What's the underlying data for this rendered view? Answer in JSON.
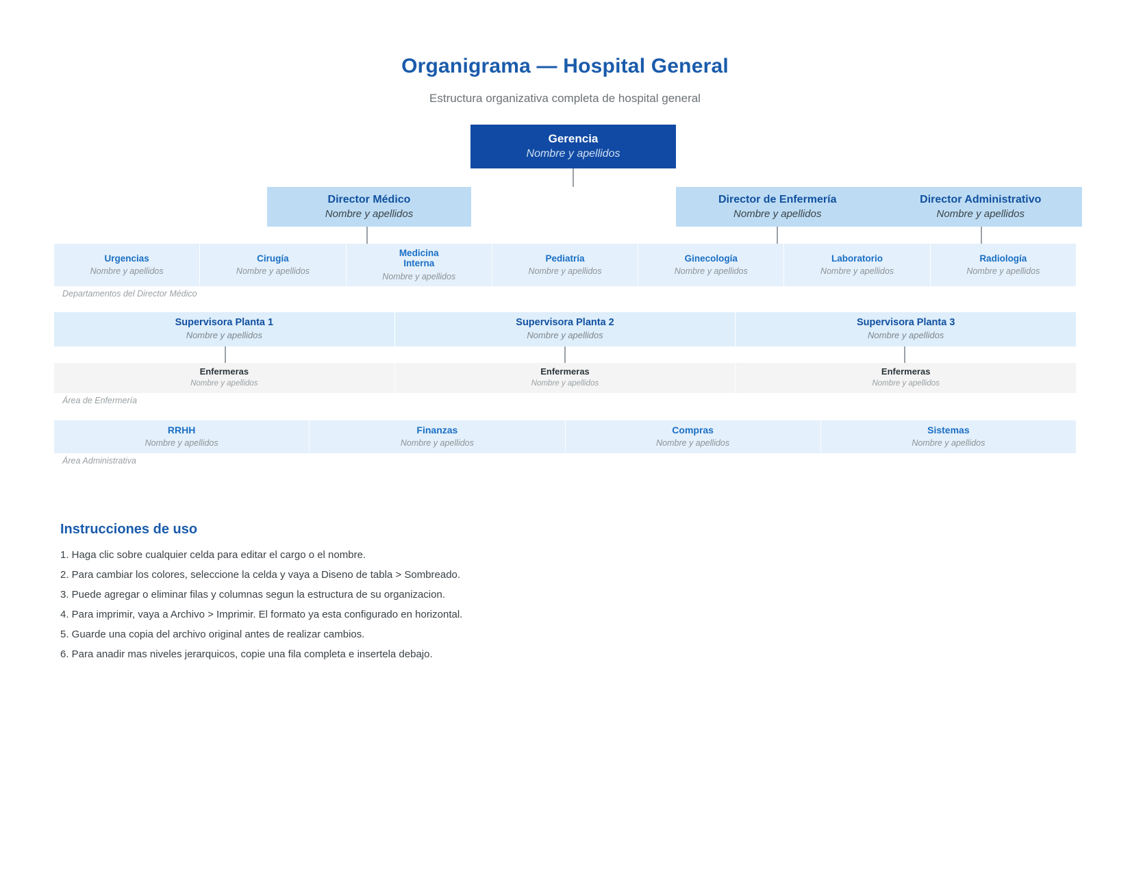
{
  "document": {
    "title": "Organigrama — Hospital General",
    "subtitle": "Estructura organizativa completa de hospital general"
  },
  "chart_data": {
    "type": "org-chart",
    "root": {
      "title": "Gerencia",
      "subtitle": "Nombre y apellidos"
    },
    "directors": [
      {
        "title": "Director Médico",
        "subtitle": "Nombre y apellidos"
      },
      {
        "title": "Director de Enfermería",
        "subtitle": "Nombre y apellidos"
      },
      {
        "title": "Director Administrativo",
        "subtitle": "Nombre y apellidos"
      }
    ],
    "departments": {
      "caption": "Departamentos del Director Médico",
      "cells": [
        {
          "title": "Urgencias",
          "subtitle": "Nombre y apellidos"
        },
        {
          "title": "Cirugía",
          "subtitle": "Nombre y apellidos"
        },
        {
          "title": "Medicina Interna",
          "subtitle": "Nombre y apellidos"
        },
        {
          "title": "Pediatría",
          "subtitle": "Nombre y apellidos"
        },
        {
          "title": "Ginecología",
          "subtitle": "Nombre y apellidos"
        },
        {
          "title": "Laboratorio",
          "subtitle": "Nombre y apellidos"
        },
        {
          "title": "Radiología",
          "subtitle": "Nombre y apellidos"
        }
      ]
    },
    "supervisors": {
      "cells": [
        {
          "title": "Supervisora Planta 1",
          "subtitle": "Nombre y apellidos"
        },
        {
          "title": "Supervisora Planta 2",
          "subtitle": "Nombre y apellidos"
        },
        {
          "title": "Supervisora Planta 3",
          "subtitle": "Nombre y apellidos"
        }
      ]
    },
    "nurses": {
      "caption": "Área de Enfermería",
      "cells": [
        {
          "title": "Enfermeras",
          "subtitle": "Nombre y apellidos"
        },
        {
          "title": "Enfermeras",
          "subtitle": "Nombre y apellidos"
        },
        {
          "title": "Enfermeras",
          "subtitle": "Nombre y apellidos"
        }
      ]
    },
    "administrative": {
      "caption": "Área Administrativa",
      "cells": [
        {
          "title": "RRHH",
          "subtitle": "Nombre y apellidos"
        },
        {
          "title": "Finanzas",
          "subtitle": "Nombre y apellidos"
        },
        {
          "title": "Compras",
          "subtitle": "Nombre y apellidos"
        },
        {
          "title": "Sistemas",
          "subtitle": "Nombre y apellidos"
        }
      ]
    },
    "colors": {
      "root_fill": "#114AA4",
      "director_fill": "#BDDCF4",
      "band_fill": "#E4F0FB",
      "supervisor_fill": "#DEEEFB",
      "nurse_fill": "#F4F4F4",
      "title_blue": "#1a5bab",
      "connector": "#9aa0a6"
    }
  },
  "instructions": {
    "heading": "Instrucciones de uso",
    "items": [
      "1. Haga clic sobre cualquier celda para editar el cargo o el nombre.",
      "2. Para cambiar los colores, seleccione la celda y vaya a Diseno de tabla > Sombreado.",
      "3. Puede agregar o eliminar filas y columnas segun la estructura de su organizacion.",
      "4. Para imprimir, vaya a Archivo > Imprimir. El formato ya esta configurado en horizontal.",
      "5. Guarde una copia del archivo original antes de realizar cambios.",
      "6. Para anadir mas niveles jerarquicos, copie una fila completa e insertela debajo."
    ]
  }
}
